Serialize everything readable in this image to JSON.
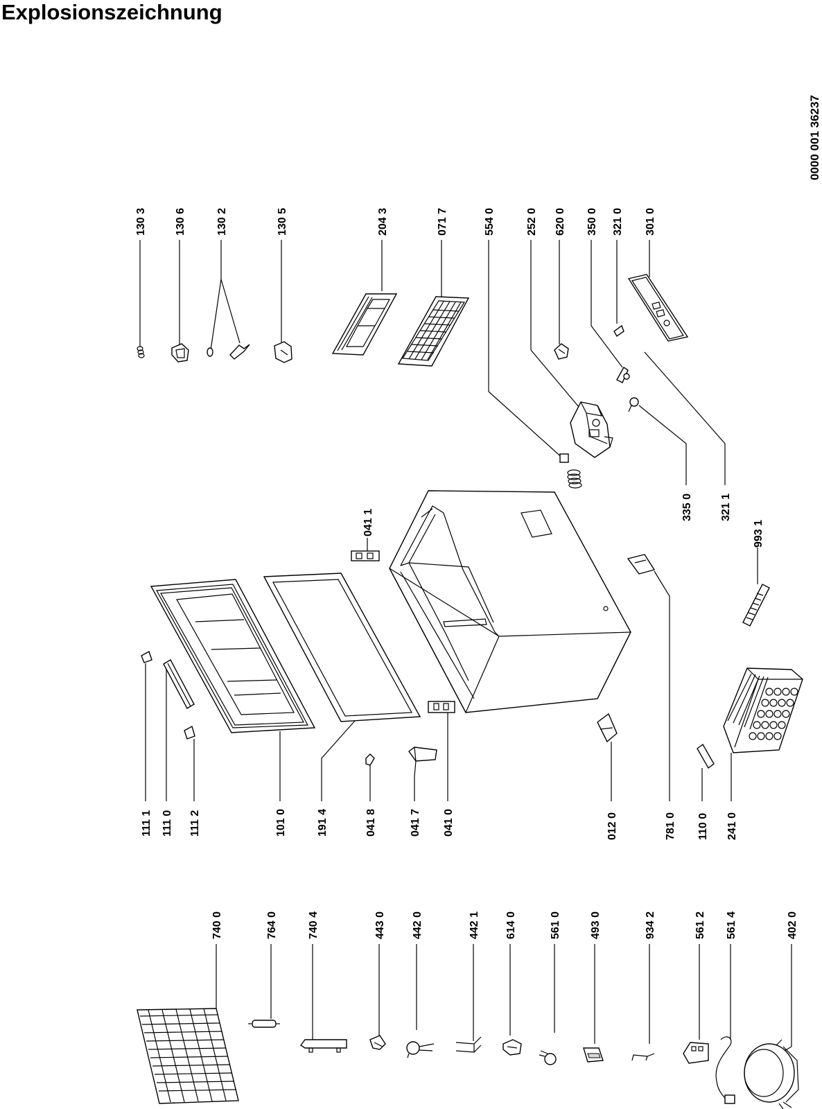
{
  "page": {
    "title": "Explosionszeichnung",
    "doc_number": "0000 001 36237"
  },
  "labels": {
    "p1303": "130 3",
    "p1306": "130 6",
    "p1302": "130 2",
    "p1305": "130 5",
    "p2043": "204 3",
    "p0717": "071 7",
    "p5540": "554 0",
    "p2520": "252 0",
    "p6200": "620 0",
    "p3500": "350 0",
    "p3210": "321 0",
    "p3010": "301 0",
    "p3350": "335 0",
    "p3211": "321 1",
    "p9931": "993 1",
    "p0411": "041 1",
    "p1111": "111 1",
    "p1110": "111 0",
    "p1112": "111 2",
    "p1010": "101 0",
    "p1914": "191 4",
    "p0418": "041 8",
    "p0417": "041 7",
    "p0410": "041 0",
    "p0120": "012 0",
    "p7810": "781 0",
    "p1100": "110 0",
    "p2410": "241 0",
    "p7400": "740 0",
    "p7640": "764 0",
    "p7404": "740 4",
    "p4430": "443 0",
    "p4420": "442 0",
    "p4421": "442 1",
    "p6140": "614 0",
    "p5610": "561 0",
    "p4930": "493 0",
    "p9342": "934 2",
    "p5612": "561 2",
    "p5614": "561 4",
    "p4020": "402 0"
  }
}
